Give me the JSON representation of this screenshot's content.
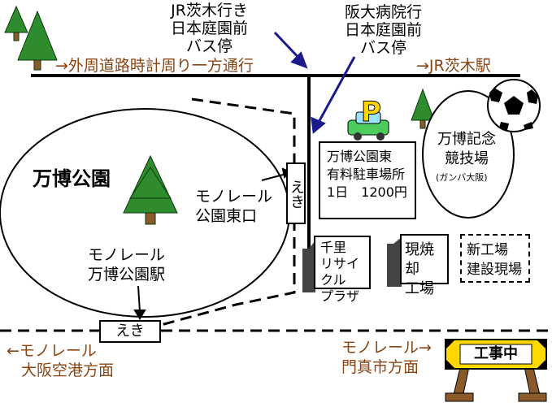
{
  "labels": {
    "bus_stop_ibaraki": [
      "JR茨木行き",
      "日本庭園前",
      "バス停"
    ],
    "bus_stop_hospital": [
      "阪大病院行",
      "日本庭園前",
      "バス停"
    ],
    "one_way": "→外周道路時計周り一方通行",
    "jr_ibaraki": "→JR茨木駅",
    "park_name": "万博公園",
    "east_gate": [
      "モノレール",
      "公園東口"
    ],
    "expo_station": [
      "モノレール",
      "万博公園駅"
    ],
    "station_sign": "えき",
    "station_sign_vertical": "えき",
    "parking": [
      "万博公園東",
      "有料駐車場所",
      "1日　1200円"
    ],
    "parking_sign": "P",
    "stadium": [
      "万博記念",
      "競技場"
    ],
    "stadium_sub": "(ガンバ大阪)",
    "recycle": [
      "千里",
      "リサイクル",
      "プラザ"
    ],
    "incinerator": [
      "現焼却",
      "工場"
    ],
    "new_plant": [
      "新工場",
      "建設現場"
    ],
    "to_airport": [
      "←モノレール",
      "大阪空港方面"
    ],
    "to_kadoma": [
      "モノレール→",
      "門真市方面"
    ],
    "construction_sign": "工事中"
  },
  "colors": {
    "route_text": "#8b4513",
    "tree_green": "#2e8b2e",
    "road": "#000000",
    "arrow_blue": "#1a1a8c"
  }
}
